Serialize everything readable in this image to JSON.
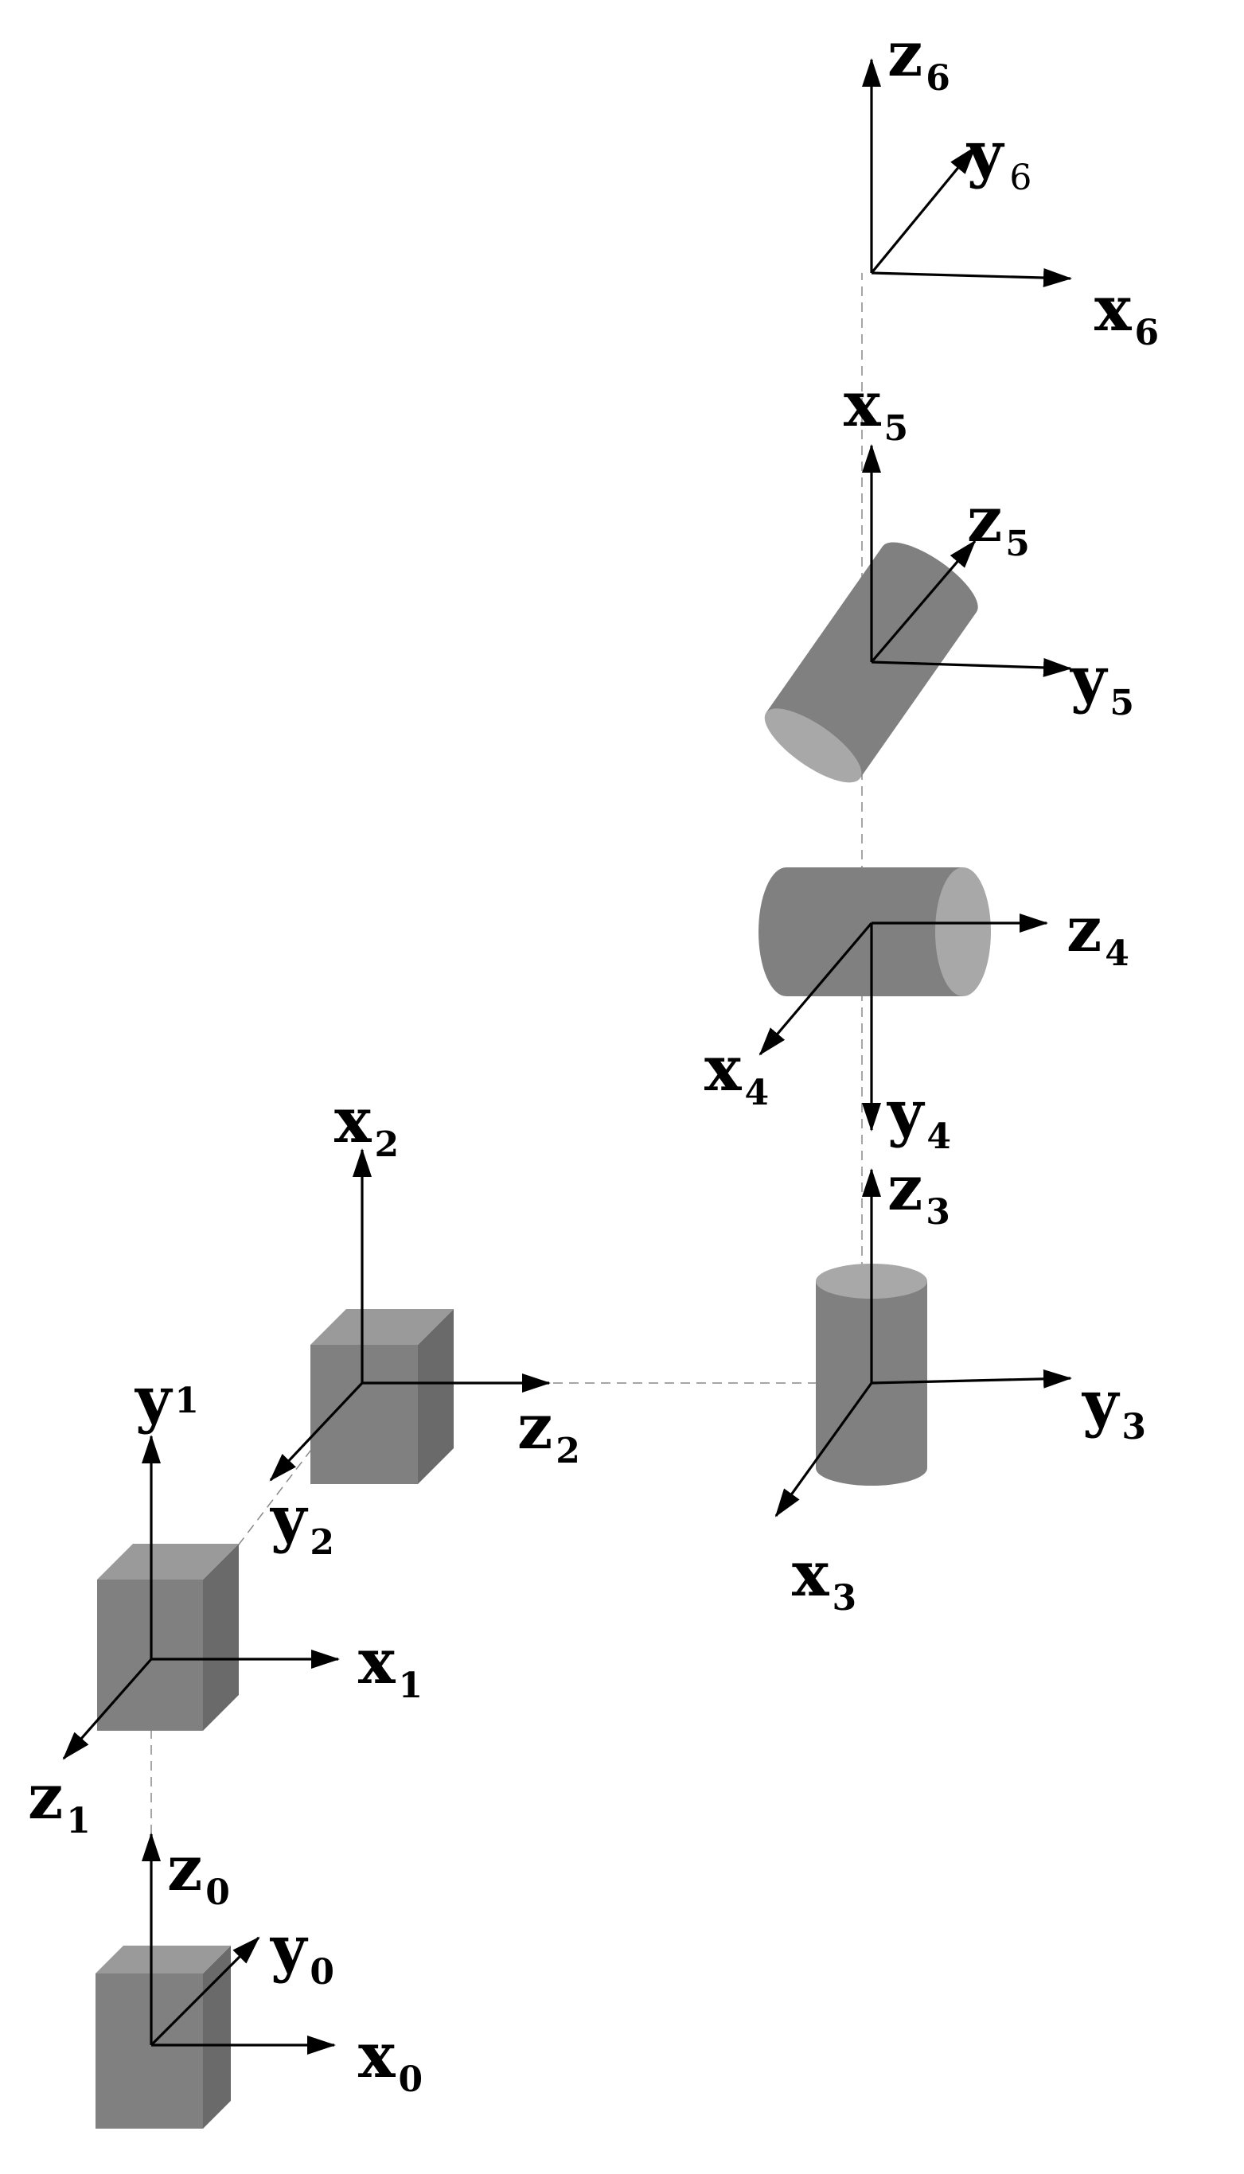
{
  "frames": [
    {
      "id": "0",
      "axes": [
        {
          "name": "x",
          "label": "x",
          "sub": "0"
        },
        {
          "name": "y",
          "label": "y",
          "sub": "0"
        },
        {
          "name": "z",
          "label": "z",
          "sub": "0"
        }
      ]
    },
    {
      "id": "1",
      "axes": [
        {
          "name": "x",
          "label": "x",
          "sub": "1"
        },
        {
          "name": "y",
          "label": "y",
          "sub": "1"
        },
        {
          "name": "z",
          "label": "z",
          "sub": "1"
        }
      ]
    },
    {
      "id": "2",
      "axes": [
        {
          "name": "x",
          "label": "x",
          "sub": "2"
        },
        {
          "name": "y",
          "label": "y",
          "sub": "2"
        },
        {
          "name": "z",
          "label": "z",
          "sub": "2"
        }
      ]
    },
    {
      "id": "3",
      "axes": [
        {
          "name": "x",
          "label": "x",
          "sub": "3"
        },
        {
          "name": "y",
          "label": "y",
          "sub": "3"
        },
        {
          "name": "z",
          "label": "z",
          "sub": "3"
        }
      ]
    },
    {
      "id": "4",
      "axes": [
        {
          "name": "x",
          "label": "x",
          "sub": "4"
        },
        {
          "name": "y",
          "label": "y",
          "sub": "4"
        },
        {
          "name": "z",
          "label": "z",
          "sub": "4"
        }
      ]
    },
    {
      "id": "5",
      "axes": [
        {
          "name": "x",
          "label": "x",
          "sub": "5"
        },
        {
          "name": "y",
          "label": "y",
          "sub": "5"
        },
        {
          "name": "z",
          "label": "z",
          "sub": "5"
        }
      ]
    },
    {
      "id": "6",
      "axes": [
        {
          "name": "x",
          "label": "x",
          "sub": "6"
        },
        {
          "name": "y",
          "label": "y",
          "sub": "6"
        },
        {
          "name": "z",
          "label": "z",
          "sub": "6"
        }
      ]
    }
  ],
  "joints": [
    {
      "frame": "0",
      "shape": "cube"
    },
    {
      "frame": "1",
      "shape": "cube"
    },
    {
      "frame": "2",
      "shape": "cube"
    },
    {
      "frame": "3",
      "shape": "cylinder-vertical"
    },
    {
      "frame": "4",
      "shape": "cylinder-horizontal"
    },
    {
      "frame": "5",
      "shape": "cylinder-tilted"
    }
  ],
  "colors": {
    "joint_front": "#808080",
    "joint_side": "#6a6a6a",
    "joint_top": "#9a9a9a",
    "cap": "#a8a8a8",
    "axis": "#000000",
    "link": "#888888"
  }
}
